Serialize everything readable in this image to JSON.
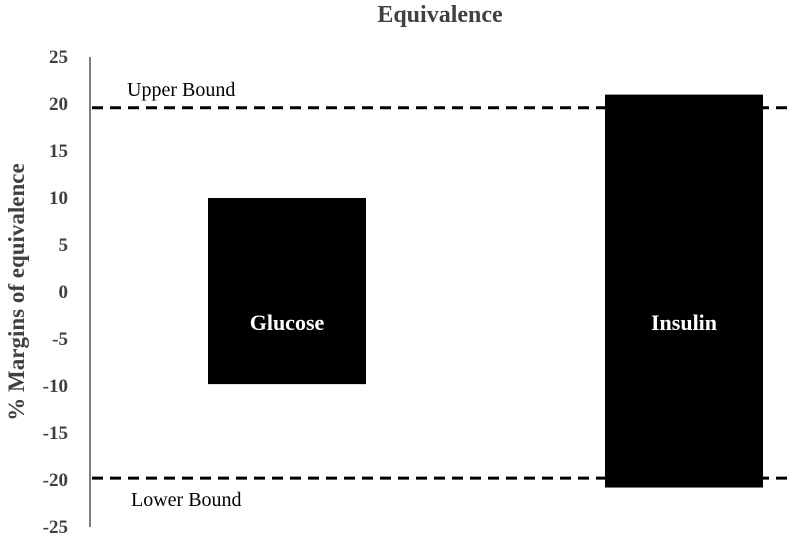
{
  "chart_data": {
    "type": "bar",
    "title": "Equivalence",
    "ylabel": "% Margins of equivalence",
    "xlabel": "",
    "ylim": [
      -25,
      25
    ],
    "yticks": [
      25,
      20,
      15,
      10,
      5,
      0,
      -5,
      -10,
      -15,
      -20,
      -25
    ],
    "grid": false,
    "bars": [
      {
        "label": "Glucose",
        "low": -9.8,
        "high": 10
      },
      {
        "label": "Insulin",
        "low": -20.8,
        "high": 21
      }
    ],
    "bounds": [
      {
        "label": "Upper Bound",
        "value": 19.6
      },
      {
        "label": "Lower Bound",
        "value": -19.8
      }
    ],
    "colors": {
      "bar": "#000000",
      "bar_label": "#ffffff",
      "text": "#404040"
    }
  }
}
